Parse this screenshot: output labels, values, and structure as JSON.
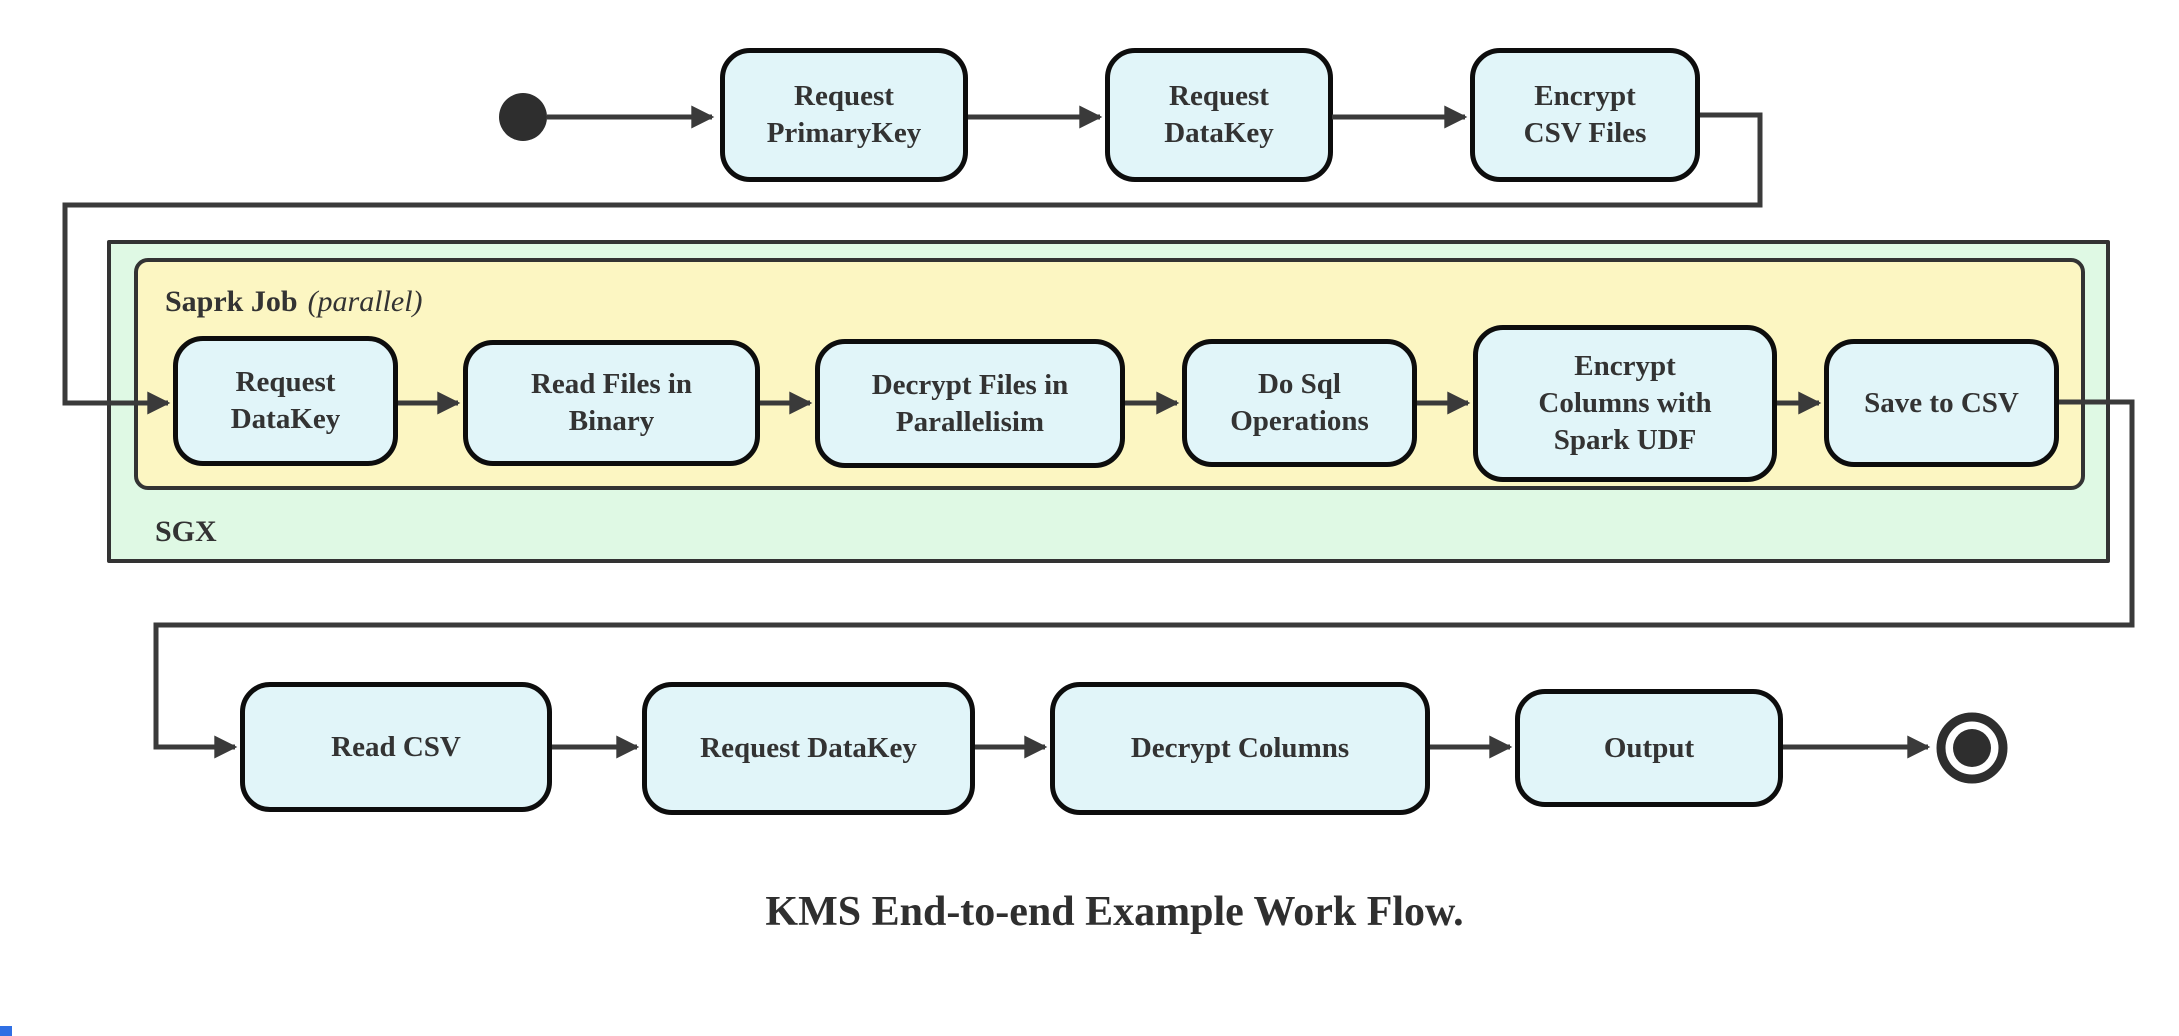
{
  "caption": "KMS End-to-end Example Work Flow.",
  "groups": {
    "sgx": {
      "label": "SGX"
    },
    "spark": {
      "label": "Saprk Job",
      "qualifier": "(parallel)"
    }
  },
  "nodes": {
    "req_primarykey": {
      "label": "Request\nPrimaryKey"
    },
    "req_datakey_top": {
      "label": "Request\nDataKey"
    },
    "encrypt_csv": {
      "label": "Encrypt\nCSV Files"
    },
    "req_datakey_mid": {
      "label": "Request\nDataKey"
    },
    "read_files_binary": {
      "label": "Read Files in\nBinary"
    },
    "decrypt_files_parallel": {
      "label": "Decrypt Files in\nParallelisim"
    },
    "do_sql_operations": {
      "label": "Do Sql\nOperations"
    },
    "encrypt_columns_udf": {
      "label": "Encrypt\nColumns with\nSpark UDF"
    },
    "save_to_csv": {
      "label": "Save to CSV"
    },
    "read_csv": {
      "label": "Read CSV"
    },
    "req_datakey_bottom": {
      "label": "Request DataKey"
    },
    "decrypt_columns": {
      "label": "Decrypt Columns"
    },
    "output": {
      "label": "Output"
    }
  },
  "colors": {
    "node_fill": "#e1f5f9",
    "node_border": "#0d0d0d",
    "spark_fill": "#fcf6c2",
    "sgx_fill": "#dff9e4",
    "group_border": "#333333",
    "connector": "#3a3a3a",
    "text": "#333333"
  }
}
